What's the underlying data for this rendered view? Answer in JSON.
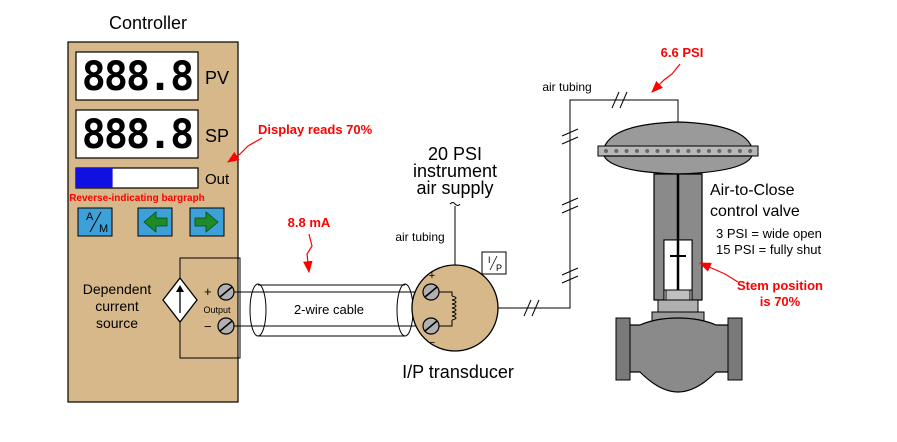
{
  "controller": {
    "title": "Controller",
    "pv_label": "PV",
    "sp_label": "SP",
    "pv_display": "888.8",
    "sp_display": "888.8",
    "out_label": "Out",
    "bargraph_fill_fraction": 0.3,
    "bargraph_color": "#1010e0",
    "bargraph_caption": "Reverse-indicating bargraph",
    "am_button": {
      "a": "A",
      "m": "M"
    },
    "panel_color": "#d7b88a"
  },
  "current_source": {
    "label_line1": "Dependent",
    "label_line2": "current",
    "label_line3": "source",
    "output_label": "Output",
    "plus": "+",
    "minus": "−"
  },
  "cable": {
    "label": "2-wire cable"
  },
  "ip_transducer": {
    "label": "I/P transducer",
    "tag_i": "I",
    "tag_p": "P",
    "plus": "+",
    "minus": "−"
  },
  "supply": {
    "line1": "20 PSI",
    "line2": "instrument",
    "line3": "air supply",
    "tubing_label": "air tubing"
  },
  "valve": {
    "title_line1": "Air-to-Close",
    "title_line2": "control valve",
    "note1": "3 PSI = wide open",
    "note2": "15 PSI = fully shut",
    "tubing_label": "air tubing"
  },
  "annotations": {
    "display_reads": "Display reads 70%",
    "current": "8.8 mA",
    "pressure": "6.6 PSI",
    "stem_line1": "Stem position",
    "stem_line2": "is 70%",
    "color": "#ff0000"
  }
}
